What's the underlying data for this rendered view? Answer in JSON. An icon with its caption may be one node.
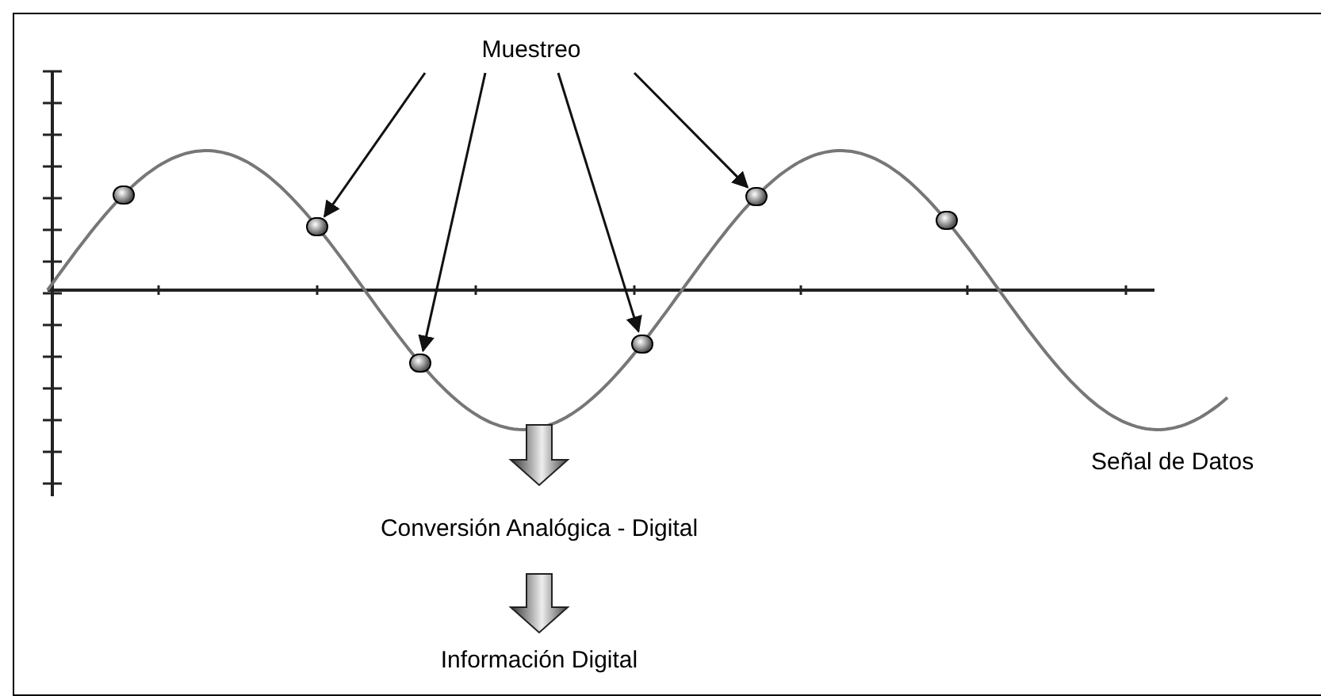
{
  "diagram": {
    "nodes": [
      {
        "text": [
          "Muestreo"
        ]
      },
      {
        "text": [],
        "shape": "circle"
      },
      {
        "text": [],
        "shape": "circle"
      },
      {
        "text": [],
        "shape": "circle"
      },
      {
        "text": [],
        "shape": "circle"
      },
      {
        "text": [],
        "shape": "circle"
      },
      {
        "text": [],
        "shape": "circle"
      },
      {
        "text": [
          "Conversión Analógica - Digital"
        ]
      },
      {
        "text": [
          "Información Digital"
        ]
      }
    ],
    "edges": [
      {
        "from": 0,
        "to": 2,
        "arrow": "to"
      },
      {
        "from": 0,
        "to": 3,
        "arrow": "to"
      },
      {
        "from": 0,
        "to": 4,
        "arrow": "to"
      },
      {
        "from": 0,
        "to": 5,
        "arrow": "to"
      },
      {
        "from": null,
        "to": 7,
        "arrow": "to",
        "style": "thick"
      },
      {
        "from": 7,
        "to": 8,
        "arrow": "to",
        "style": "thick"
      }
    ],
    "labels": [
      "Señal de Datos"
    ]
  }
}
